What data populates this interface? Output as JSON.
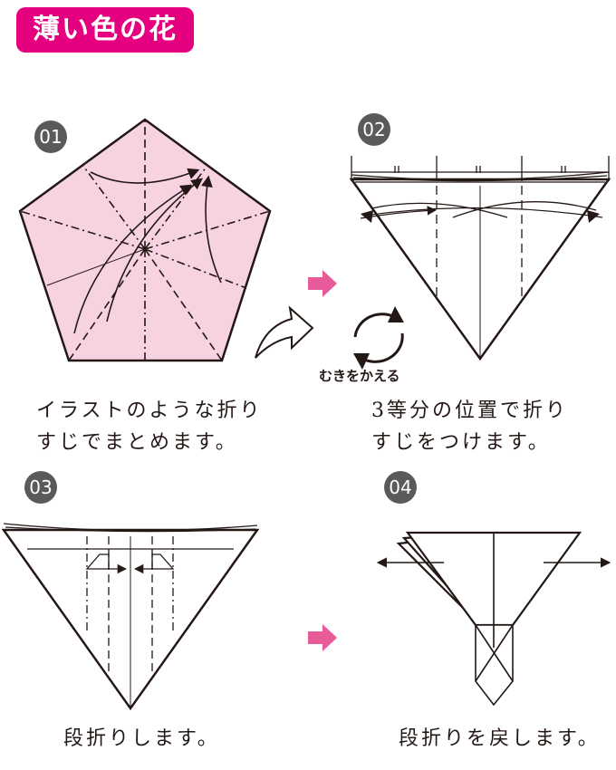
{
  "title": "薄い色の花",
  "steps": [
    {
      "number": "01",
      "caption": [
        "イラストのような折り",
        "すじでまとめます。"
      ]
    },
    {
      "number": "02",
      "caption": [
        "3等分の位置で折り",
        "すじをつけます。"
      ]
    },
    {
      "number": "03",
      "caption": [
        "段折りします。"
      ]
    },
    {
      "number": "04",
      "caption": [
        "段折りを戻します。"
      ]
    }
  ],
  "flip_label": "むきをかえる",
  "colors": {
    "accent": "#e4007f",
    "paper_pink": "#f7d3e2",
    "arrow_pink": "#e85a9a",
    "badge_gray": "#5a5a5a"
  }
}
